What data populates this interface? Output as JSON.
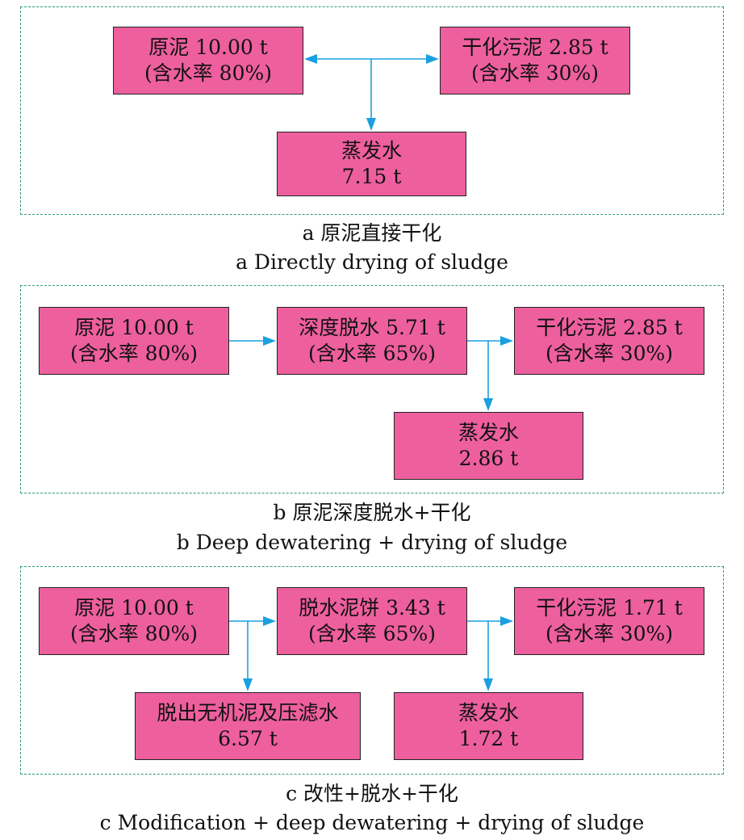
{
  "panels": [
    {
      "caption_zh": "a  原泥直接干化",
      "caption_en": "a  Directly drying of sludge",
      "boxes": [
        {
          "line1": "原泥 10.00 t",
          "line2": "(含水率 80%)"
        },
        {
          "line1": "干化污泥 2.85 t",
          "line2": "(含水率 30%)"
        },
        {
          "line1": "蒸发水",
          "line2": "7.15 t"
        }
      ]
    },
    {
      "caption_zh": "b  原泥深度脱水+干化",
      "caption_en": "b  Deep dewatering + drying of sludge",
      "boxes": [
        {
          "line1": "原泥 10.00 t",
          "line2": "(含水率 80%)"
        },
        {
          "line1": "深度脱水  5.71 t",
          "line2": "(含水率 65%)"
        },
        {
          "line1": "干化污泥 2.85 t",
          "line2": "(含水率 30%)"
        },
        {
          "line1": "蒸发水",
          "line2": "2.86 t"
        }
      ]
    },
    {
      "caption_zh": "c  改性+脱水+干化",
      "caption_en": "c  Modification + deep dewatering + drying of sludge",
      "boxes": [
        {
          "line1": "原泥 10.00 t",
          "line2": "(含水率 80%)"
        },
        {
          "line1": "脱水泥饼 3.43 t",
          "line2": "(含水率 65%)"
        },
        {
          "line1": "干化污泥 1.71 t",
          "line2": "(含水率 30%)"
        },
        {
          "line1": "脱出无机泥及压滤水",
          "line2": "6.57 t"
        },
        {
          "line1": "蒸发水",
          "line2": "1.72 t"
        }
      ]
    }
  ],
  "colors": {
    "box_fill": "#ee5f9e",
    "arrow": "#1aa0e0",
    "panel_border": "#2e9a7a"
  }
}
